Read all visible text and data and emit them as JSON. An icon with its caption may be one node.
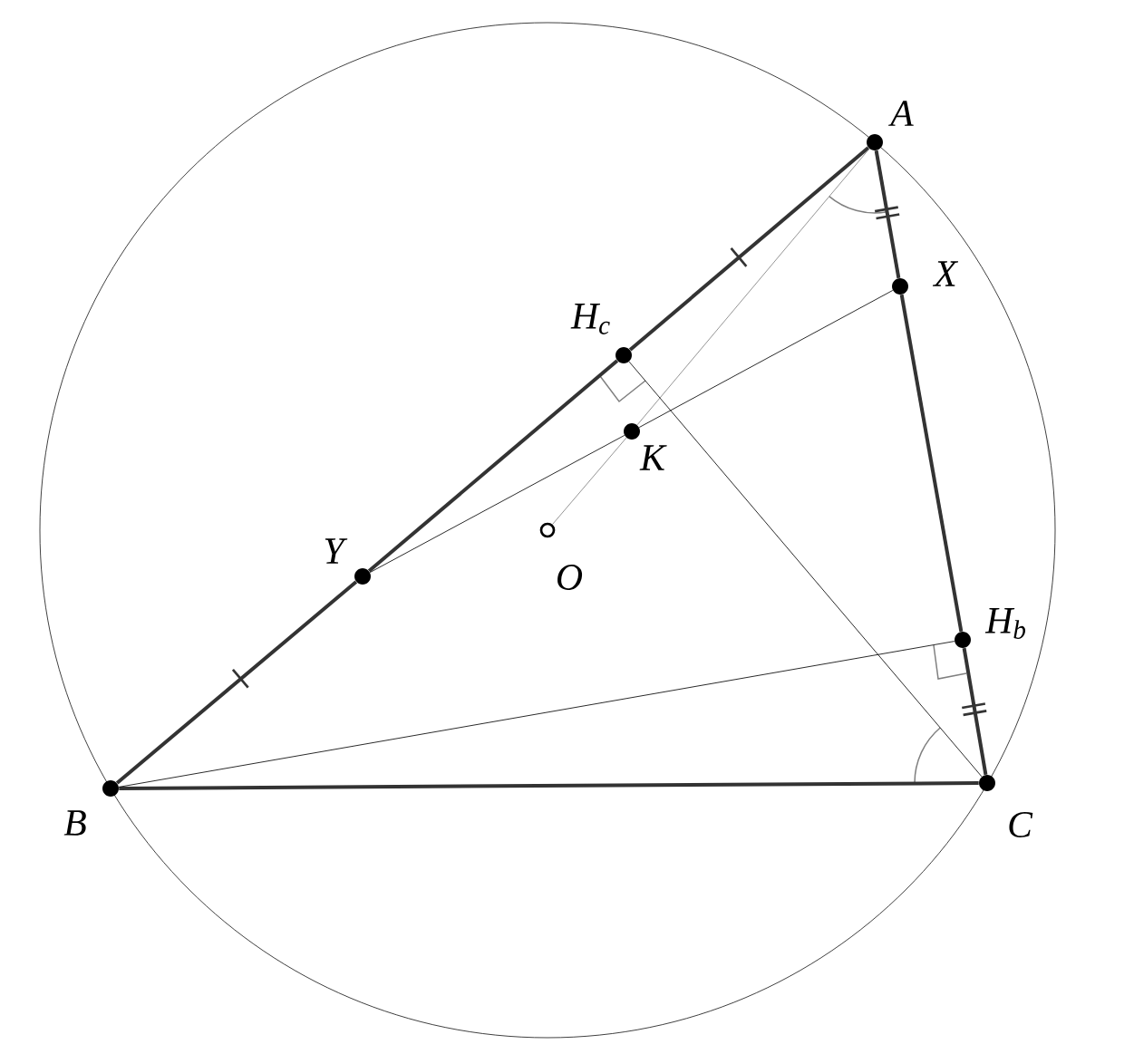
{
  "diagram": {
    "nodes": [
      {
        "text": [],
        "shape": "circle",
        "beside": [
          "A"
        ]
      },
      {
        "text": [],
        "shape": "circle",
        "beside": [
          "X"
        ]
      },
      {
        "text": [],
        "shape": "circle",
        "beside": [
          "H$_{c}$"
        ]
      },
      {
        "text": [],
        "shape": "circle",
        "beside": [
          "K"
        ]
      },
      {
        "text": [],
        "shape": "circle",
        "beside": [
          "Y"
        ]
      },
      {
        "text": [],
        "shape": "circle",
        "beside": [
          "O"
        ]
      },
      {
        "text": [],
        "shape": "circle",
        "beside": [
          "H$_{b}$"
        ]
      },
      {
        "text": [],
        "shape": "circle",
        "beside": [
          "B"
        ]
      },
      {
        "text": [],
        "shape": "circle",
        "beside": [
          "C"
        ]
      }
    ],
    "edges": [
      {
        "from": 0,
        "to": 2,
        "arrow": "none"
      },
      {
        "from": 2,
        "to": 4,
        "arrow": "none"
      },
      {
        "from": 4,
        "to": 7,
        "arrow": "none"
      },
      {
        "from": 7,
        "to": 8,
        "arrow": "none"
      },
      {
        "from": 0,
        "to": 1,
        "arrow": "none"
      },
      {
        "from": 1,
        "to": 6,
        "arrow": "none"
      },
      {
        "from": 6,
        "to": 8,
        "arrow": "none"
      },
      {
        "from": 7,
        "to": 6,
        "arrow": "none",
        "color": "#000000"
      },
      {
        "from": 8,
        "to": 2,
        "arrow": "none",
        "color": "#000000"
      },
      {
        "from": 1,
        "to": 3,
        "arrow": "none",
        "color": "#000000"
      },
      {
        "from": 3,
        "to": 4,
        "arrow": "none",
        "color": "#000000"
      },
      {
        "from": 0,
        "to": 3,
        "arrow": "none",
        "color": "#808080"
      },
      {
        "from": 3,
        "to": 5,
        "arrow": "none",
        "color": "#808080"
      }
    ]
  }
}
